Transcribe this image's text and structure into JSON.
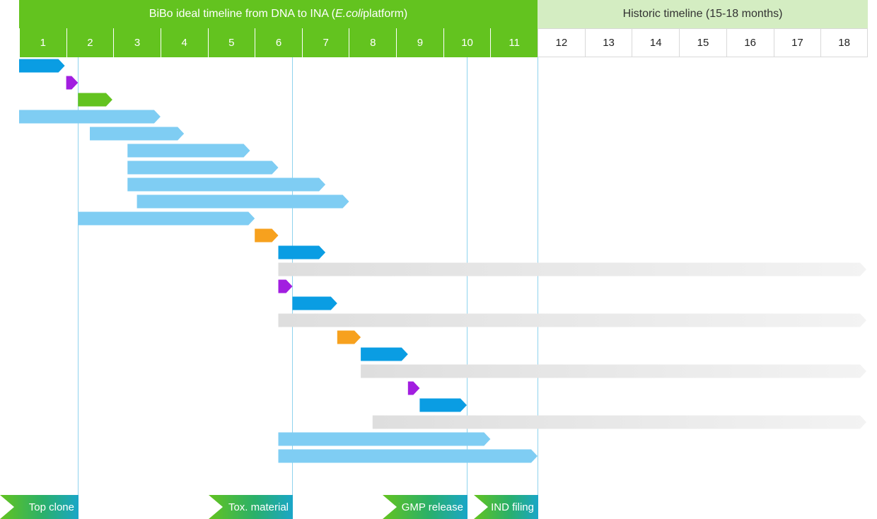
{
  "header": {
    "bibo_prefix": "BiBo ideal timeline from DNA to INA (",
    "bibo_italic": "E.coli",
    "bibo_suffix": " platform)",
    "historic_title": "Historic timeline (15-18 months)"
  },
  "colors": {
    "green": "#63c31f",
    "light_green": "#d4edc2",
    "blue": "#0a9de3",
    "light_blue": "#7fcdf3",
    "purple": "#a21ee0",
    "orange": "#f7a11e",
    "gray": "#dedede",
    "milestone_line": "#8fd3ee"
  },
  "chart_data": {
    "type": "gantt",
    "unit": "months",
    "months": [
      "1",
      "2",
      "3",
      "4",
      "5",
      "6",
      "7",
      "8",
      "9",
      "10",
      "11",
      "12",
      "13",
      "14",
      "15",
      "16",
      "17",
      "18"
    ],
    "bibo_months": 11,
    "historic_months": 7,
    "tasks": [
      {
        "start": 0.0,
        "end": 0.97,
        "color": "blue"
      },
      {
        "start": 1.0,
        "end": 1.25,
        "color": "purple"
      },
      {
        "start": 1.25,
        "end": 1.98,
        "color": "green"
      },
      {
        "start": 0.0,
        "end": 3.0,
        "color": "light_blue"
      },
      {
        "start": 1.5,
        "end": 3.5,
        "color": "light_blue"
      },
      {
        "start": 2.3,
        "end": 4.9,
        "color": "light_blue"
      },
      {
        "start": 2.3,
        "end": 5.5,
        "color": "light_blue"
      },
      {
        "start": 2.3,
        "end": 6.5,
        "color": "light_blue"
      },
      {
        "start": 2.5,
        "end": 7.0,
        "color": "light_blue"
      },
      {
        "start": 1.25,
        "end": 5.0,
        "color": "light_blue"
      },
      {
        "start": 5.0,
        "end": 5.5,
        "color": "orange"
      },
      {
        "start": 5.5,
        "end": 6.5,
        "color": "blue"
      },
      {
        "start": 5.5,
        "end": 18.0,
        "color": "gray"
      },
      {
        "start": 5.5,
        "end": 5.8,
        "color": "purple"
      },
      {
        "start": 5.8,
        "end": 6.75,
        "color": "blue"
      },
      {
        "start": 5.5,
        "end": 18.0,
        "color": "gray"
      },
      {
        "start": 6.75,
        "end": 7.25,
        "color": "orange"
      },
      {
        "start": 7.25,
        "end": 8.25,
        "color": "blue"
      },
      {
        "start": 7.25,
        "end": 18.0,
        "color": "gray"
      },
      {
        "start": 8.25,
        "end": 8.5,
        "color": "purple"
      },
      {
        "start": 8.5,
        "end": 9.5,
        "color": "blue"
      },
      {
        "start": 7.5,
        "end": 18.0,
        "color": "gray"
      },
      {
        "start": 5.5,
        "end": 10.0,
        "color": "light_blue"
      },
      {
        "start": 5.5,
        "end": 11.0,
        "color": "light_blue"
      }
    ],
    "milestones": [
      {
        "label": "Top clone",
        "month": 1.25
      },
      {
        "label": "Tox. material",
        "month": 5.8
      },
      {
        "label": "GMP release",
        "month": 9.5
      },
      {
        "label": "IND filing",
        "month": 11.0
      }
    ]
  }
}
